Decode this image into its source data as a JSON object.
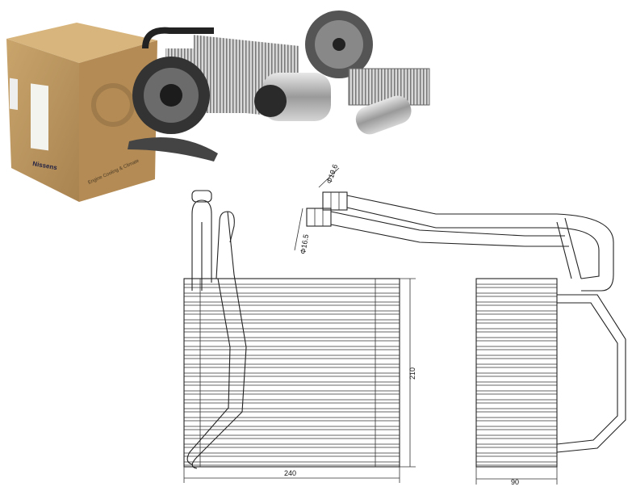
{
  "product_photo": {
    "box_brand": "Nissens",
    "box_label_brand": "Nissens",
    "box_side_text": "Engine Cooling & Climate"
  },
  "drawing": {
    "pipe_diameter_large": "Φ19.6",
    "pipe_diameter_small": "Φ16.5",
    "height_label": "210",
    "width_label": "240",
    "depth_label": "90"
  }
}
